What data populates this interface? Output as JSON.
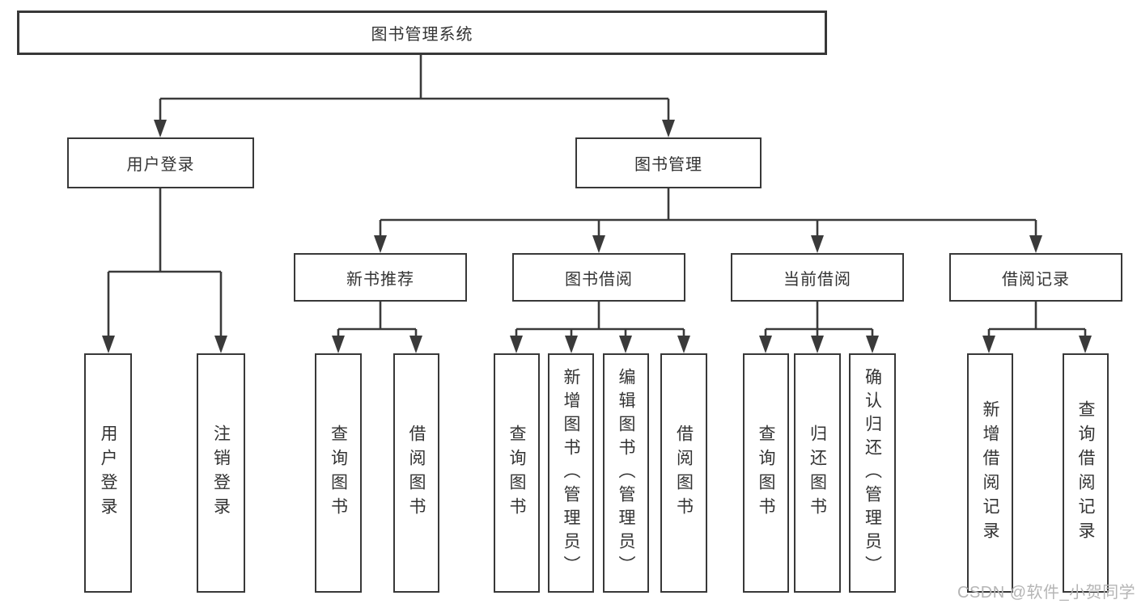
{
  "tree": {
    "label": "图书管理系统",
    "children": [
      {
        "label": "用户登录",
        "children": [
          {
            "label": "用户登录"
          },
          {
            "label": "注销登录"
          }
        ]
      },
      {
        "label": "图书管理",
        "children": [
          {
            "label": "新书推荐",
            "children": [
              {
                "label": "查询图书"
              },
              {
                "label": "借阅图书"
              }
            ]
          },
          {
            "label": "图书借阅",
            "children": [
              {
                "label": "查询图书"
              },
              {
                "label": "新增图书（管理员）"
              },
              {
                "label": "编辑图书（管理员）"
              },
              {
                "label": "借阅图书"
              }
            ]
          },
          {
            "label": "当前借阅",
            "children": [
              {
                "label": "查询图书"
              },
              {
                "label": "归还图书"
              },
              {
                "label": "确认归还（管理员）"
              }
            ]
          },
          {
            "label": "借阅记录",
            "children": [
              {
                "label": "新增借阅记录"
              },
              {
                "label": "查询借阅记录"
              }
            ]
          }
        ]
      }
    ]
  },
  "watermark": {
    "text": "CSDN @软件_小贺同学"
  },
  "colors": {
    "background": "#ffffff",
    "line": "#3a3a3a",
    "box_border": "#383838",
    "text": "#333333",
    "watermark": "#b5b5b5"
  }
}
